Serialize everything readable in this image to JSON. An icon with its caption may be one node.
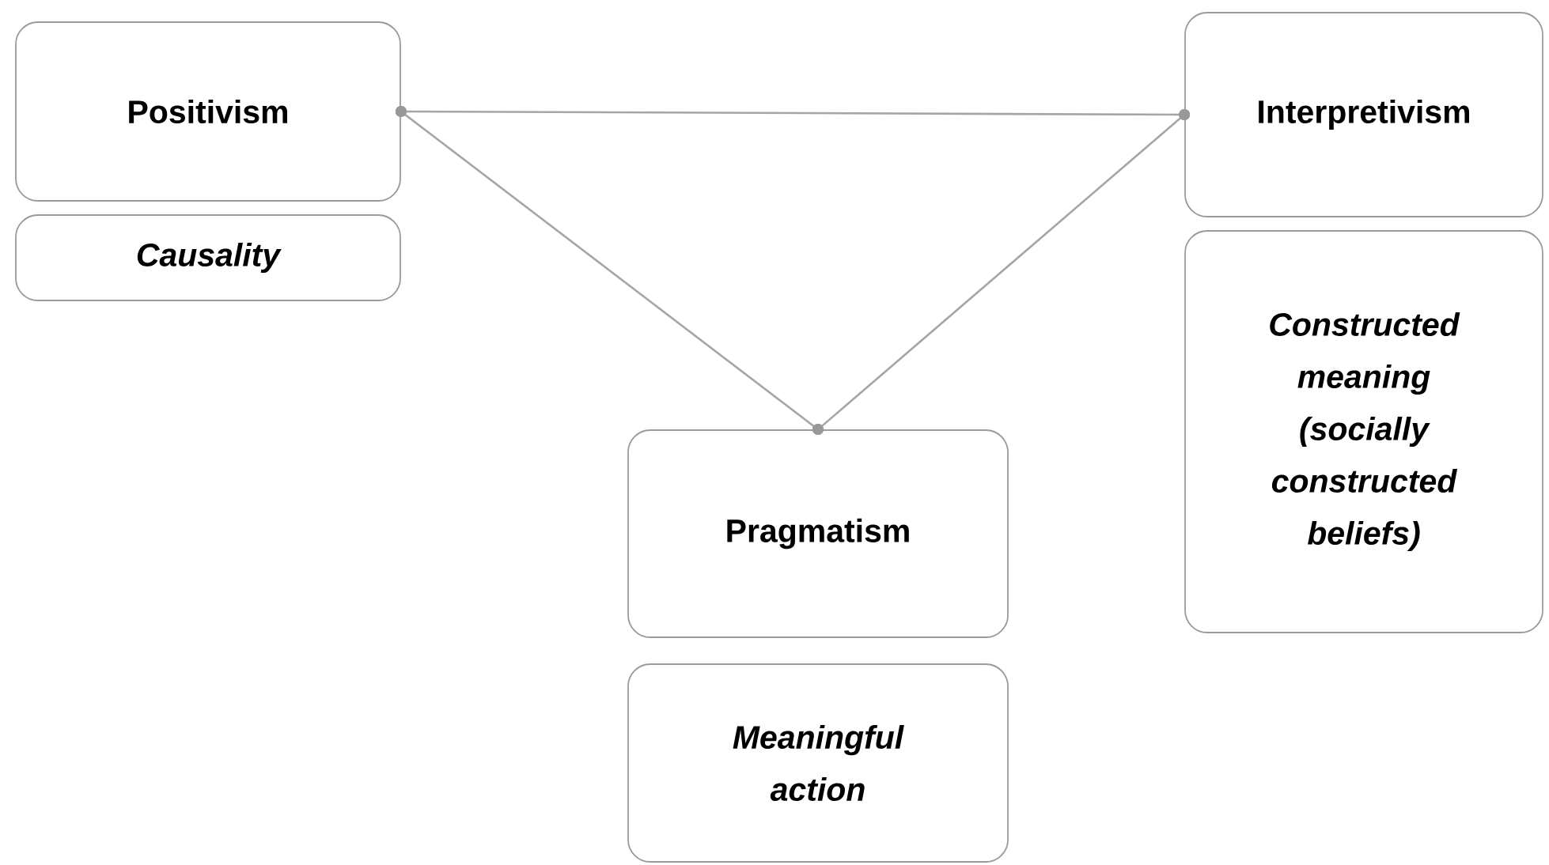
{
  "diagram": {
    "nodes": [
      {
        "text": [
          "Positivism"
        ]
      },
      {
        "text": [
          "Causality"
        ]
      },
      {
        "text": [
          "Interpretivism"
        ]
      },
      {
        "text": [
          "Constructed meaning (socially constructed beliefs)"
        ]
      },
      {
        "text": [
          "Pragmatism"
        ]
      },
      {
        "text": [
          "Meaningful action"
        ]
      }
    ],
    "edges": [
      {
        "from": 0,
        "to": 2,
        "arrow": "other"
      },
      {
        "from": 0,
        "to": 4,
        "arrow": "other"
      },
      {
        "from": 4,
        "to": 2,
        "arrow": "other"
      }
    ]
  }
}
